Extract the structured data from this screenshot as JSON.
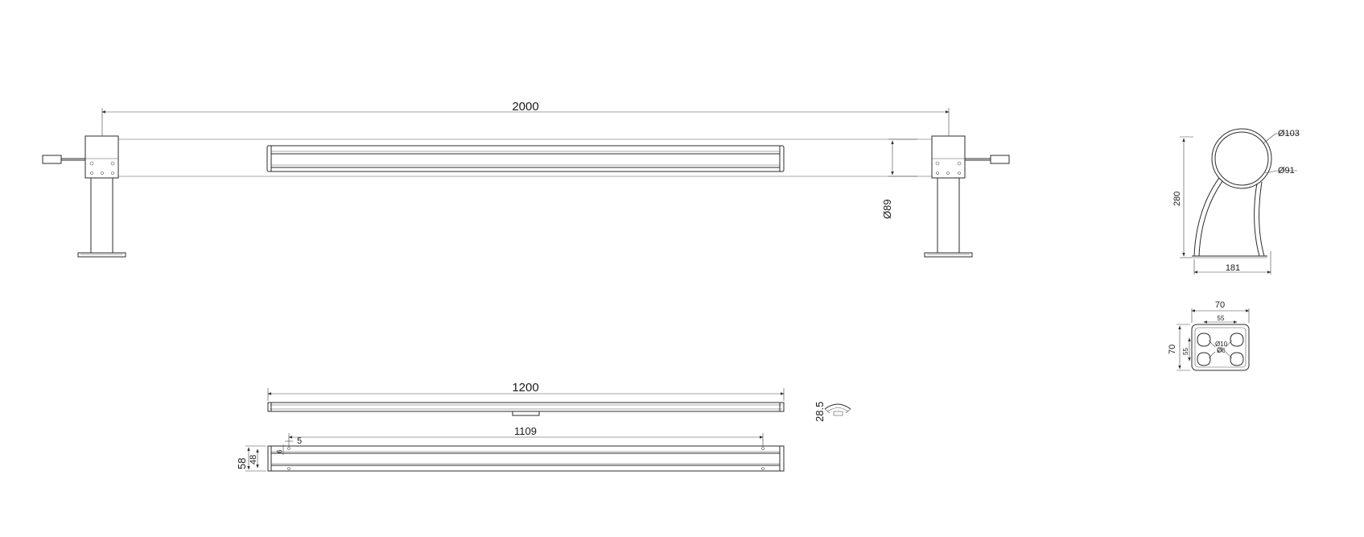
{
  "drawing": {
    "front_view": {
      "overall_length": "2000",
      "tube_diameter": "Ø89"
    },
    "side_bracket": {
      "outer_diameter": "Ø103",
      "inner_diameter": "Ø91",
      "height": "280",
      "width": "181"
    },
    "base_plate": {
      "width": "70",
      "height": "70",
      "hole_spacing_x": "55",
      "hole_spacing_y": "55",
      "hole_dia_a": "Ø10",
      "hole_dia_b": "Ø6"
    },
    "lamp_side": {
      "length": "1200",
      "angle_label": "28.5"
    },
    "lamp_top": {
      "mount_span": "1109",
      "offset": "5",
      "slot": "6",
      "outer_height": "58",
      "inner_height": "48"
    }
  }
}
